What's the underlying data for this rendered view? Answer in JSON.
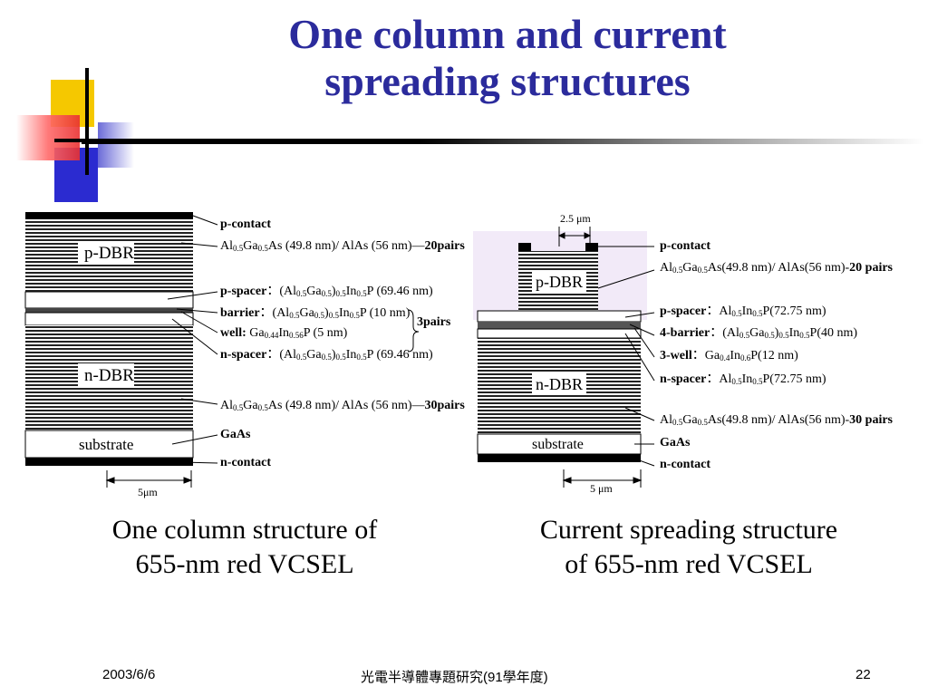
{
  "title": {
    "line1": "One column and current",
    "line2": "spreading structures"
  },
  "left": {
    "p_dbr": "p-DBR",
    "n_dbr": "n-DBR",
    "substrate": "substrate",
    "dim": "5μm",
    "labels": {
      "p_contact": "p-contact",
      "top_dbr": "Al0.5Ga0.5As (49.8 nm)/ AlAs (56 nm)—20pairs",
      "p_spacer": "p-spacer：(Al0.5Ga0.5)0.5In0.5P (69.46 nm)",
      "barrier": "barrier：(Al0.5Ga0.5)0.5In0.5P (10 nm)",
      "well": "well: Ga0.44In0.56P (5 nm)",
      "pairs3": "3pairs",
      "n_spacer": "n-spacer：(Al0.5Ga0.5)0.5In0.5P (69.46 nm)",
      "bot_dbr": "Al0.5Ga0.5As (49.8 nm)/ AlAs (56 nm)—30pairs",
      "gaas": "GaAs",
      "n_contact": "n-contact"
    },
    "caption1": "One column structure of",
    "caption2": "655-nm red VCSEL"
  },
  "right": {
    "p_dbr": "p-DBR",
    "n_dbr": "n-DBR",
    "substrate": "substrate",
    "dim_top": "2.5 μm",
    "dim_bottom": "5 μm",
    "labels": {
      "p_contact": "p-contact",
      "top_dbr": "Al0.5Ga0.5As(49.8 nm)/ AlAs(56 nm)-20 pairs",
      "p_spacer": "p-spacer：Al0.5In0.5P(72.75 nm)",
      "barrier": "4-barrier：(Al0.5Ga0.5)0.5In0.5P(40 nm)",
      "well": "3-well：Ga0.4In0.6P(12 nm)",
      "n_spacer": "n-spacer：Al0.5In0.5P(72.75 nm)",
      "bot_dbr": "Al0.5Ga0.5As(49.8 nm)/ AlAs(56 nm)-30 pairs",
      "gaas": "GaAs",
      "n_contact": "n-contact"
    },
    "caption1": "Current spreading structure",
    "caption2": "of 655-nm red VCSEL"
  },
  "footer": {
    "date": "2003/6/6",
    "center": "光電半導體專題研究(91學年度)",
    "page": "22"
  },
  "colors": {
    "title": "#2b2b9c",
    "yellow": "#f5c800",
    "red": "#e83030",
    "blue": "#2b2bd0"
  }
}
